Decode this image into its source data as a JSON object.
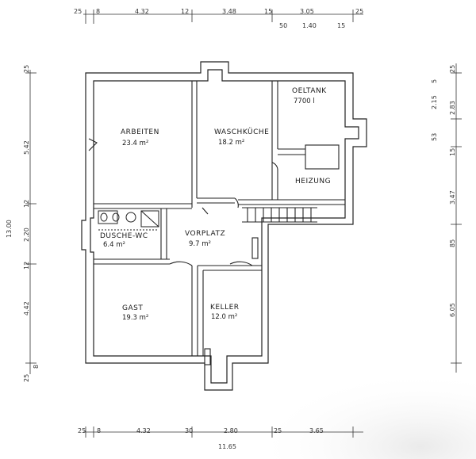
{
  "rooms": {
    "arbeiten": {
      "name": "ARBEITEN",
      "area": "23.4 m²"
    },
    "waschkuche": {
      "name": "WASCHKÜCHE",
      "area": "18.2 m²"
    },
    "oeltank": {
      "name": "OELTANK",
      "area": "7700 l"
    },
    "heizung": {
      "name": "HEIZUNG",
      "area": ""
    },
    "dusche": {
      "name": "DUSCHE-WC",
      "area": "6.4 m²"
    },
    "vorplatz": {
      "name": "VORPLATZ",
      "area": "9.7 m²"
    },
    "gast": {
      "name": "GAST",
      "area": "19.3 m²"
    },
    "keller": {
      "name": "KELLER",
      "area": "12.0 m²"
    }
  },
  "dimensions": {
    "top_row1": [
      "25",
      "8",
      "4.32",
      "12",
      "3.48",
      "15",
      "3.05",
      "25"
    ],
    "top_row2": [
      "50",
      "1.40",
      "15"
    ],
    "bottom_row1": [
      "25",
      "8",
      "4.32",
      "30",
      "2.80",
      "25",
      "3.65"
    ],
    "bottom_total": "11.65",
    "left": [
      "25",
      "5.42",
      "12",
      "2.20",
      "12",
      "4.42",
      "8",
      "25"
    ],
    "left_total": "13.00",
    "right": [
      "25",
      "5",
      "2.15",
      "2.83",
      "53",
      "15",
      "3.47",
      "85",
      "6.05"
    ]
  }
}
